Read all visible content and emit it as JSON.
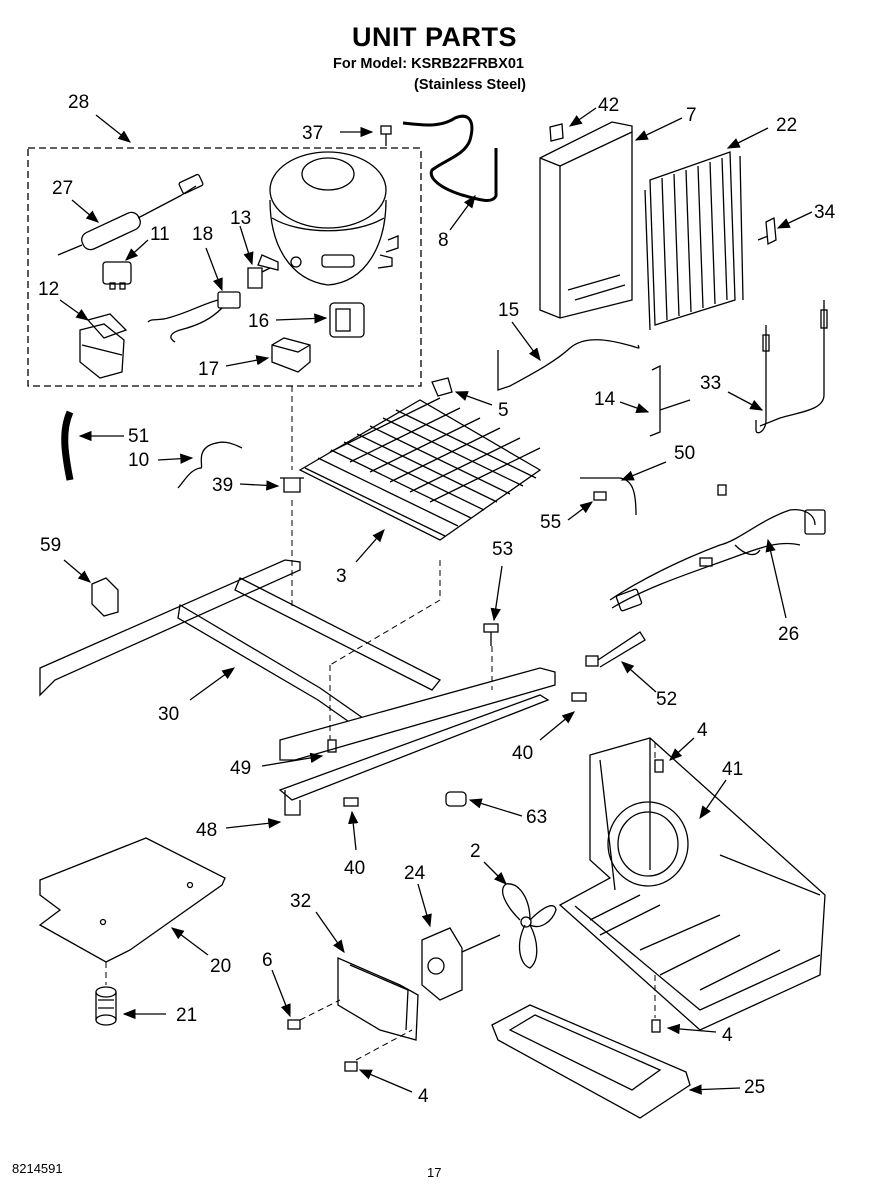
{
  "header": {
    "title": "UNIT PARTS",
    "model_line": "For Model: KSRB22FRBX01",
    "finish_line": "(Stainless Steel)"
  },
  "footer": {
    "doc_number": "8214591",
    "page_number": "17"
  },
  "callouts": {
    "c28": "28",
    "c37": "37",
    "c42": "42",
    "c7": "7",
    "c22": "22",
    "c27": "27",
    "c11": "11",
    "c18": "18",
    "c13": "13",
    "c8": "8",
    "c34": "34",
    "c12": "12",
    "c16": "16",
    "c17": "17",
    "c15": "15",
    "c5": "5",
    "c14": "14",
    "c33": "33",
    "c51": "51",
    "c10": "10",
    "c50": "50",
    "c39": "39",
    "c55": "55",
    "c59": "59",
    "c53": "53",
    "c3": "3",
    "c26": "26",
    "c52": "52",
    "c30": "30",
    "c4a": "4",
    "c41": "41",
    "c49": "49",
    "c40a": "40",
    "c48": "48",
    "c63": "63",
    "c40b": "40",
    "c2": "2",
    "c24": "24",
    "c32": "32",
    "c20": "20",
    "c6": "6",
    "c21": "21",
    "c4b": "4",
    "c4c": "4",
    "c25": "25"
  },
  "colors": {
    "ink": "#000000",
    "paper": "#ffffff"
  }
}
